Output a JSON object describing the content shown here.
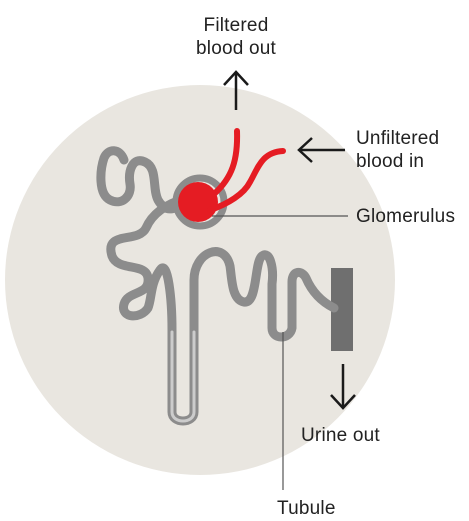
{
  "labels": {
    "filtered_out": [
      "Filtered",
      "blood out"
    ],
    "unfiltered_in": [
      "Unfiltered",
      "blood in"
    ],
    "glomerulus": "Glomerulus",
    "urine_out": "Urine out",
    "tubule": "Tubule"
  },
  "colors": {
    "background_disc": "#e9e6e0",
    "tubule": "#8c8c8c",
    "tubule_inner": "#cccccc",
    "collecting_duct": "#6f6f6f",
    "blood_vessel": "#e51c23",
    "arrow": "#1a1a1a",
    "leader_line": "#555555",
    "text": "#222222"
  },
  "icons": {
    "up_arrow": "arrow-up-icon",
    "left_arrow": "arrow-left-icon",
    "down_arrow": "arrow-down-icon"
  }
}
